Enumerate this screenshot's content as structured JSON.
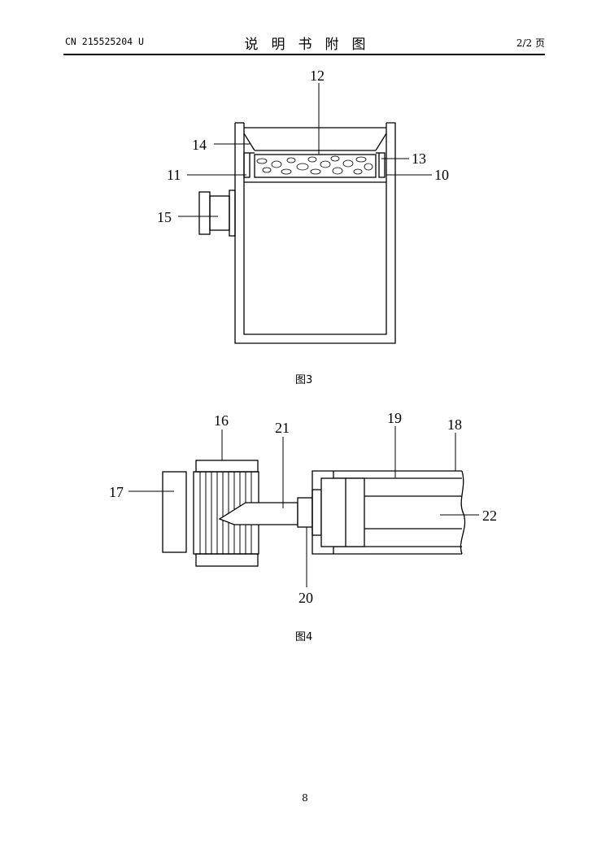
{
  "header": {
    "patent_no": "CN 215525204 U",
    "title": "说明书附图",
    "page": "2/2 页"
  },
  "figure3": {
    "caption": "图3",
    "labels": {
      "l12": "12",
      "l14": "14",
      "l13": "13",
      "l11": "11",
      "l10": "10",
      "l15": "15"
    }
  },
  "figure4": {
    "caption": "图4",
    "labels": {
      "l16": "16",
      "l21": "21",
      "l19": "19",
      "l18": "18",
      "l17": "17",
      "l22": "22",
      "l20": "20"
    }
  },
  "footer": {
    "page_number": "8"
  }
}
